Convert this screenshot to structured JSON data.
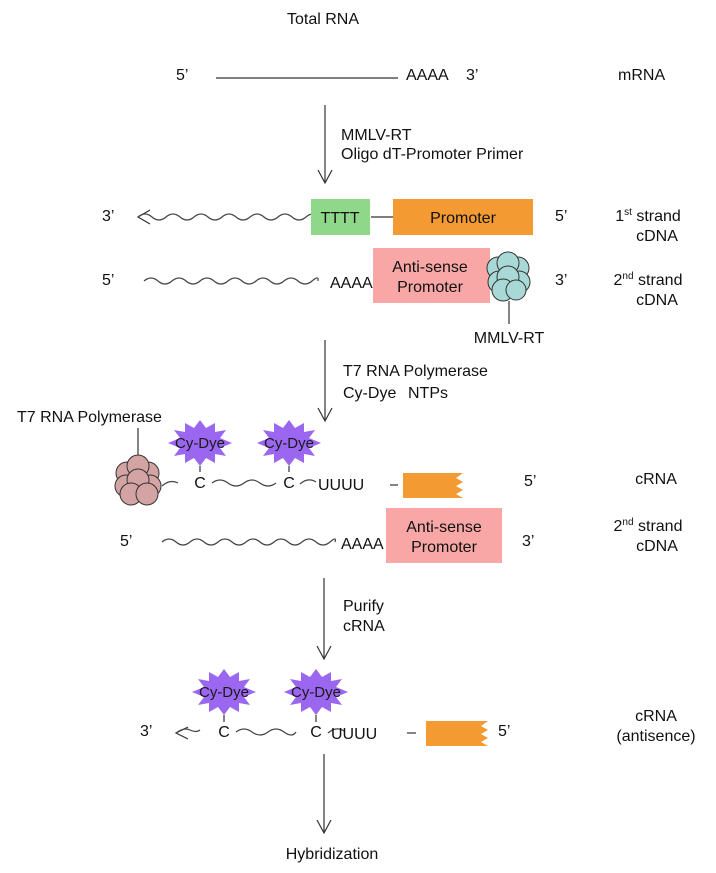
{
  "title": "Total RNA",
  "colors": {
    "tttt": "#8fd88a",
    "promoter": "#f39a33",
    "antisense": "#f9a6a6",
    "cydye": "#9b66f0",
    "mmlv_rt": "#a9d9d6",
    "t7_polymerase": "#d4a3a3",
    "line": "#333333"
  },
  "mrna": {
    "five_prime": "5’",
    "poly_a": "AAAA",
    "three_prime": "3’",
    "label": "mRNA"
  },
  "step1": {
    "reagent1": "MMLV-RT",
    "reagent2": "Oligo dT-Promoter Primer"
  },
  "first_strand": {
    "three_prime": "3’",
    "tttt": "TTTT",
    "promoter": "Promoter",
    "five_prime": "5’",
    "label_num": "1",
    "label_sup": "st",
    "label_rest": " strand",
    "label_line2": "cDNA"
  },
  "second_strand": {
    "five_prime": "5’",
    "poly_a": "AAAA",
    "antisense_line1": "Anti-sense",
    "antisense_line2": "Promoter",
    "three_prime": "3’",
    "enzyme": "MMLV-RT",
    "label_num": "2",
    "label_sup": "nd",
    "label_rest": " strand",
    "label_line2": "cDNA"
  },
  "step2": {
    "reagent1": "T7 RNA Polymerase",
    "reagent2a": "Cy-Dye",
    "reagent2b": "NTPs"
  },
  "crna": {
    "polymerase": "T7 RNA Polymerase",
    "dye": "Cy-Dye",
    "c": "C",
    "uuuu": "UUUU",
    "five_prime": "5’",
    "label": "cRNA"
  },
  "second_strand_b": {
    "five_prime": "5’",
    "poly_a": "AAAA",
    "antisense_line1": "Anti-sense",
    "antisense_line2": "Promoter",
    "three_prime": "3’",
    "label_num": "2",
    "label_sup": "nd",
    "label_rest": " strand",
    "label_line2": "cDNA"
  },
  "step3": {
    "reagent1": "Purify",
    "reagent2": "cRNA"
  },
  "final_crna": {
    "three_prime": "3’",
    "dye": "Cy-Dye",
    "c": "C",
    "uuuu": "UUUU",
    "five_prime": "5’",
    "label_line1": "cRNA",
    "label_line2": "(antisence)"
  },
  "final_step": "Hybridization"
}
